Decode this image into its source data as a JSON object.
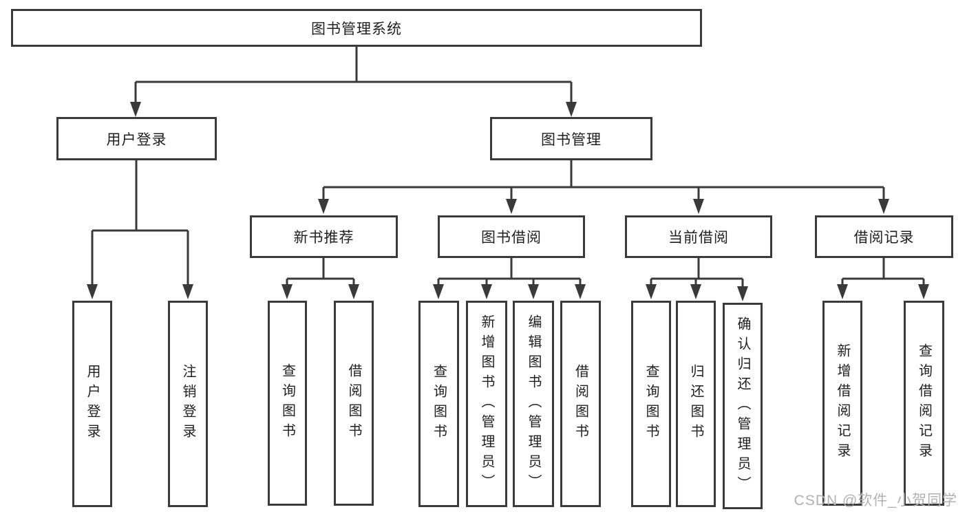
{
  "diagram": {
    "title": "图书管理系统",
    "colors": {
      "line": "#3a3a3a",
      "text": "#1f1f1f",
      "background": "#ffffff",
      "watermark": "#b1b1b1"
    },
    "nodes": {
      "root": {
        "label": "图书管理系统"
      },
      "user_login": {
        "label": "用户登录"
      },
      "book_mgmt": {
        "label": "图书管理"
      },
      "leaf_login": {
        "label": "用户登录"
      },
      "leaf_logout": {
        "label": "注销登录"
      },
      "new_book": {
        "label": "新书推荐"
      },
      "borrowing": {
        "label": "图书借阅"
      },
      "current": {
        "label": "当前借阅"
      },
      "records": {
        "label": "借阅记录"
      },
      "nb_query": {
        "label": "查询图书"
      },
      "nb_borrow": {
        "label": "借阅图书"
      },
      "bb_query": {
        "label": "查询图书"
      },
      "bb_add": {
        "label": "新增图书（管理员）"
      },
      "bb_edit": {
        "label": "编辑图书（管理员）"
      },
      "bb_borrow": {
        "label": "借阅图书"
      },
      "cb_query": {
        "label": "查询图书"
      },
      "cb_return": {
        "label": "归还图书"
      },
      "cb_confirm": {
        "label": "确认归还（管理员）"
      },
      "br_add": {
        "label": "新增借阅记录"
      },
      "br_query": {
        "label": "查询借阅记录"
      }
    }
  },
  "watermark": {
    "text": "CSDN @软件_小贺同学"
  }
}
